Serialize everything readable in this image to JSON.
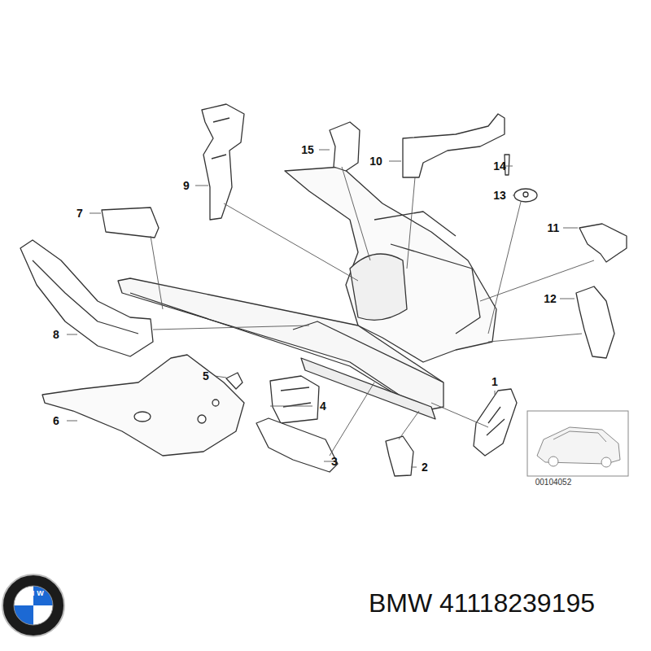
{
  "diagram": {
    "labels": [
      "15",
      "10",
      "14",
      "9",
      "13",
      "7",
      "11",
      "12",
      "8",
      "5",
      "4",
      "6",
      "1",
      "3",
      "2",
      "00104052",
      "BMW",
      "BMW 41118239195"
    ]
  }
}
